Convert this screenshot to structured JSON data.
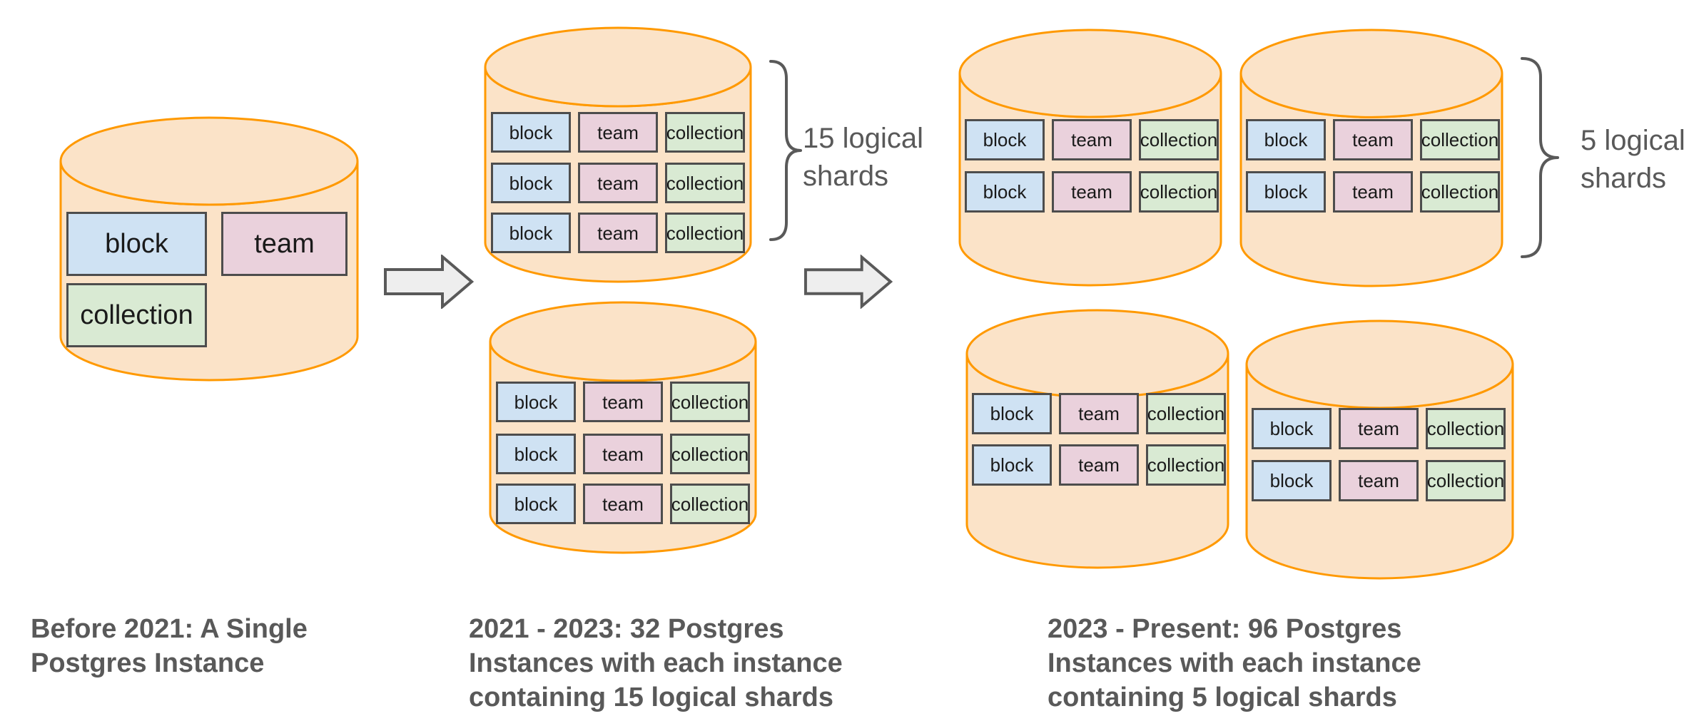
{
  "labels": {
    "block": "block",
    "team": "team",
    "collection": "collection"
  },
  "sections": [
    {
      "name": "before-2021",
      "caption_lines": [
        "Before 2021: A Single",
        "Postgres Instance"
      ]
    },
    {
      "name": "2021-2023",
      "caption_lines": [
        "2021 - 2023: 32 Postgres",
        "Instances with each instance",
        "containing 15 logical shards"
      ],
      "annotation_lines": [
        "15 logical",
        "shards"
      ]
    },
    {
      "name": "2023-present",
      "caption_lines": [
        "2023 - Present: 96 Postgres",
        "Instances with each instance",
        "containing 5 logical shards"
      ],
      "annotation_lines": [
        "5 logical",
        "shards"
      ]
    }
  ],
  "colors": {
    "background": "#FFFFFF",
    "cylinder_fill": "#FBE3C8",
    "cylinder_stroke": "#FF9900",
    "block_fill": "#CFE2F3",
    "team_fill": "#EAD1DC",
    "collection_fill": "#D9EAD3",
    "box_border": "#4D4D4D",
    "box_text": "#1A1A1A",
    "caption_text": "#595959",
    "annotation_text": "#595959",
    "arrow_fill": "#EEEEEE",
    "arrow_stroke": "#595959",
    "brace_stroke": "#595959"
  }
}
